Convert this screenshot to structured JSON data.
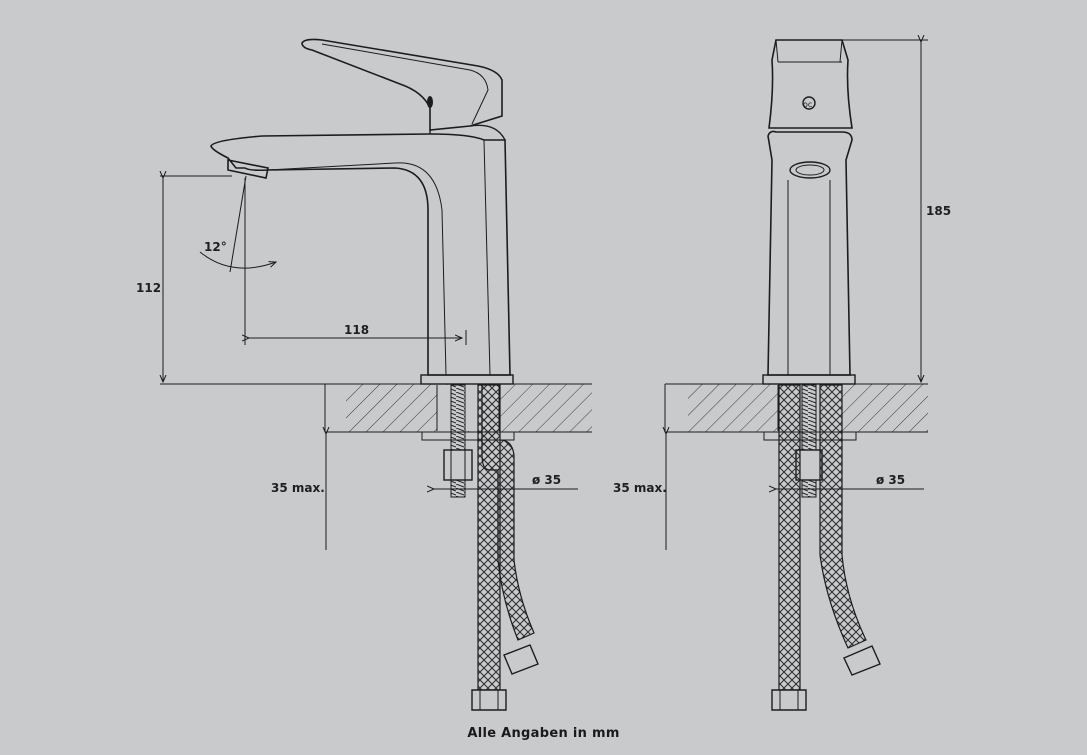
{
  "dimensions": {
    "height_spout": "112",
    "spout_reach": "118",
    "angle": "12°",
    "max_thickness_front": "35 max.",
    "max_thickness_side": "35 max.",
    "diameter_front": "ø 35",
    "diameter_side": "ø 35",
    "total_height": "185"
  },
  "footer": {
    "note": "Alle Angaben in mm"
  },
  "colors": {
    "background": "#c9cacc",
    "line": "#1c1c1c"
  }
}
